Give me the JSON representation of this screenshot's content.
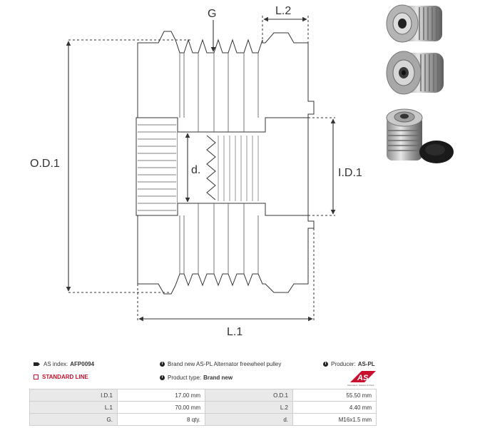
{
  "diagram": {
    "labels": {
      "groove": "G",
      "length2": "L.2",
      "outer_diameter": "O.D.1",
      "inner_diameter": "I.D.1",
      "thread_diameter": "d.",
      "length1": "L.1"
    }
  },
  "photos": [
    {
      "name": "pulley-photo-front"
    },
    {
      "name": "pulley-photo-angle"
    },
    {
      "name": "pulley-photo-cap"
    }
  ],
  "info": {
    "as_index_label": "AS index:",
    "as_index_value": "AFP0094",
    "description": "Brand new AS-PL Alternator freewheel pulley",
    "producer_label": "Producer:",
    "producer_value": "AS-PL",
    "line": "STANDARD LINE",
    "product_type_label": "Product type:",
    "product_type_value": "Brand new",
    "logo_text": "AS",
    "logo_tagline": "Alternators, Starters & Parts"
  },
  "colors": {
    "brand_red": "#c8102e",
    "table_label_bg": "#e9e9e9"
  },
  "specs": [
    {
      "label1": "I.D.1",
      "value1": "17.00 mm",
      "label2": "O.D.1",
      "value2": "55.50 mm"
    },
    {
      "label1": "L.1",
      "value1": "70.00 mm",
      "label2": "L.2",
      "value2": "4.40 mm"
    },
    {
      "label1": "G.",
      "value1": "8 qty.",
      "label2": "d.",
      "value2": "M16x1.5 mm"
    }
  ]
}
